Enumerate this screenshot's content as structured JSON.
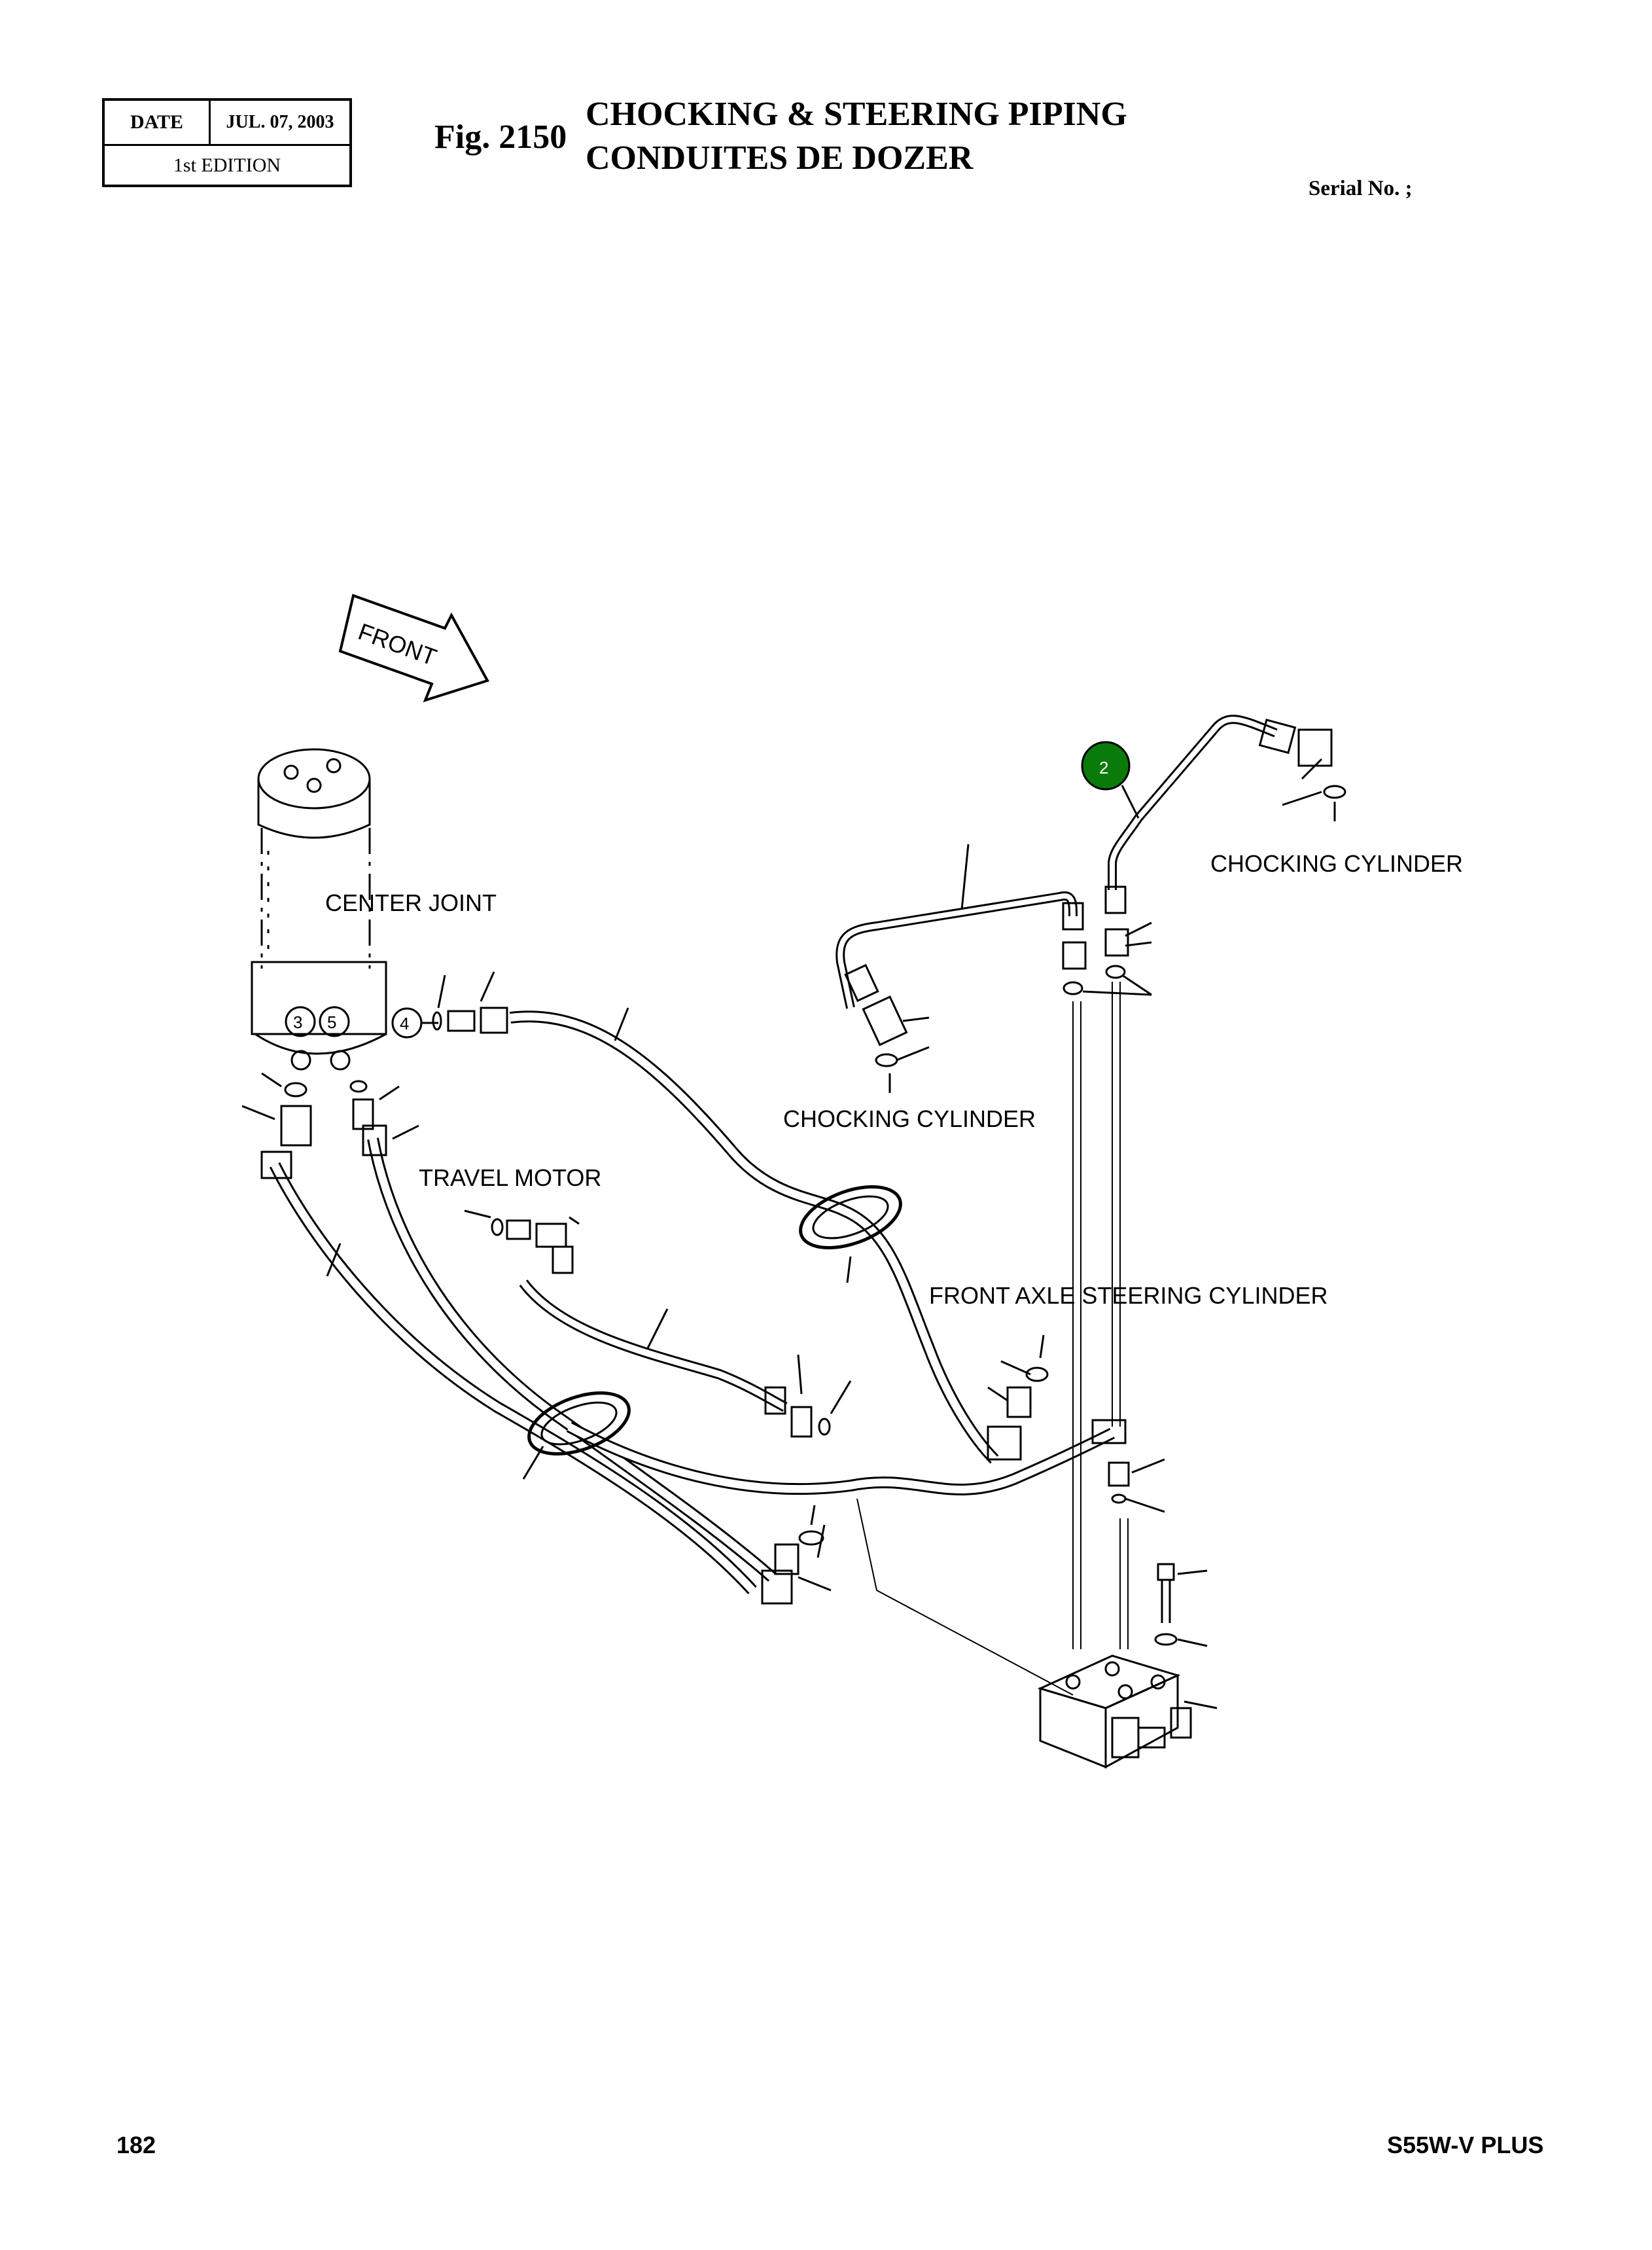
{
  "header": {
    "date_label": "DATE",
    "date_value": "JUL. 07, 2003",
    "edition": "1st EDITION",
    "fig_number": "Fig. 2150",
    "title_line1": "CHOCKING & STEERING PIPING",
    "title_line2": "CONDUITES DE DOZER",
    "serial": "Serial No. ;"
  },
  "diagram": {
    "front_arrow": "FRONT",
    "labels": {
      "center_joint": "CENTER JOINT",
      "chocking_cylinder_top": "CHOCKING CYLINDER",
      "chocking_cylinder_mid": "CHOCKING CYLINDER",
      "travel_motor": "TRAVEL MOTOR",
      "front_axle": "FRONT AXLE STEERING CYLINDER"
    },
    "callouts": {
      "c2": "2",
      "c3": "3",
      "c4": "4",
      "c5": "5"
    },
    "highlight_color": "#0a7a0a"
  },
  "footer": {
    "page_number": "182",
    "model": "S55W-V PLUS"
  }
}
